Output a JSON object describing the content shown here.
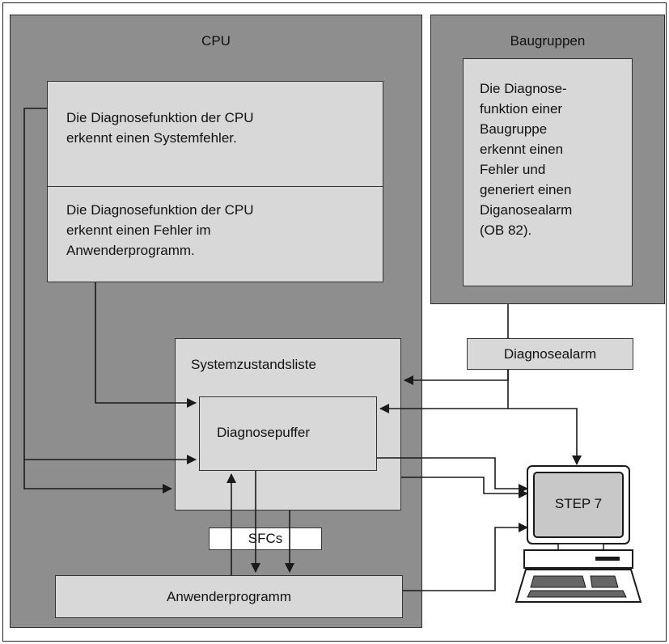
{
  "cpu": {
    "title": "CPU",
    "system_error_text": "Die Diagnosefunktion der CPU\nerkennt einen Systemfehler.",
    "program_error_text": "Die Diagnosefunktion der CPU\nerkennt einen Fehler im\nAnwenderprogramm.",
    "szl_label": "Systemzustandsliste",
    "buffer_label": "Diagnosepuffer",
    "sfcs_label": "SFCs",
    "user_program_label": "Anwenderprogramm"
  },
  "modules": {
    "title": "Baugruppen",
    "description": "Die Diagnose-\nfunktion einer\nBaugruppe\nerkennt einen\nFehler und\ngeneriert einen\nDiganosealarm\n(OB 82).",
    "alarm_label": "Diagnosealarm"
  },
  "pg": {
    "screen_label": "STEP 7"
  },
  "colors": {
    "panel": "#8e8e8e",
    "box": "#d8d8d8",
    "line": "#1a1a1a"
  }
}
